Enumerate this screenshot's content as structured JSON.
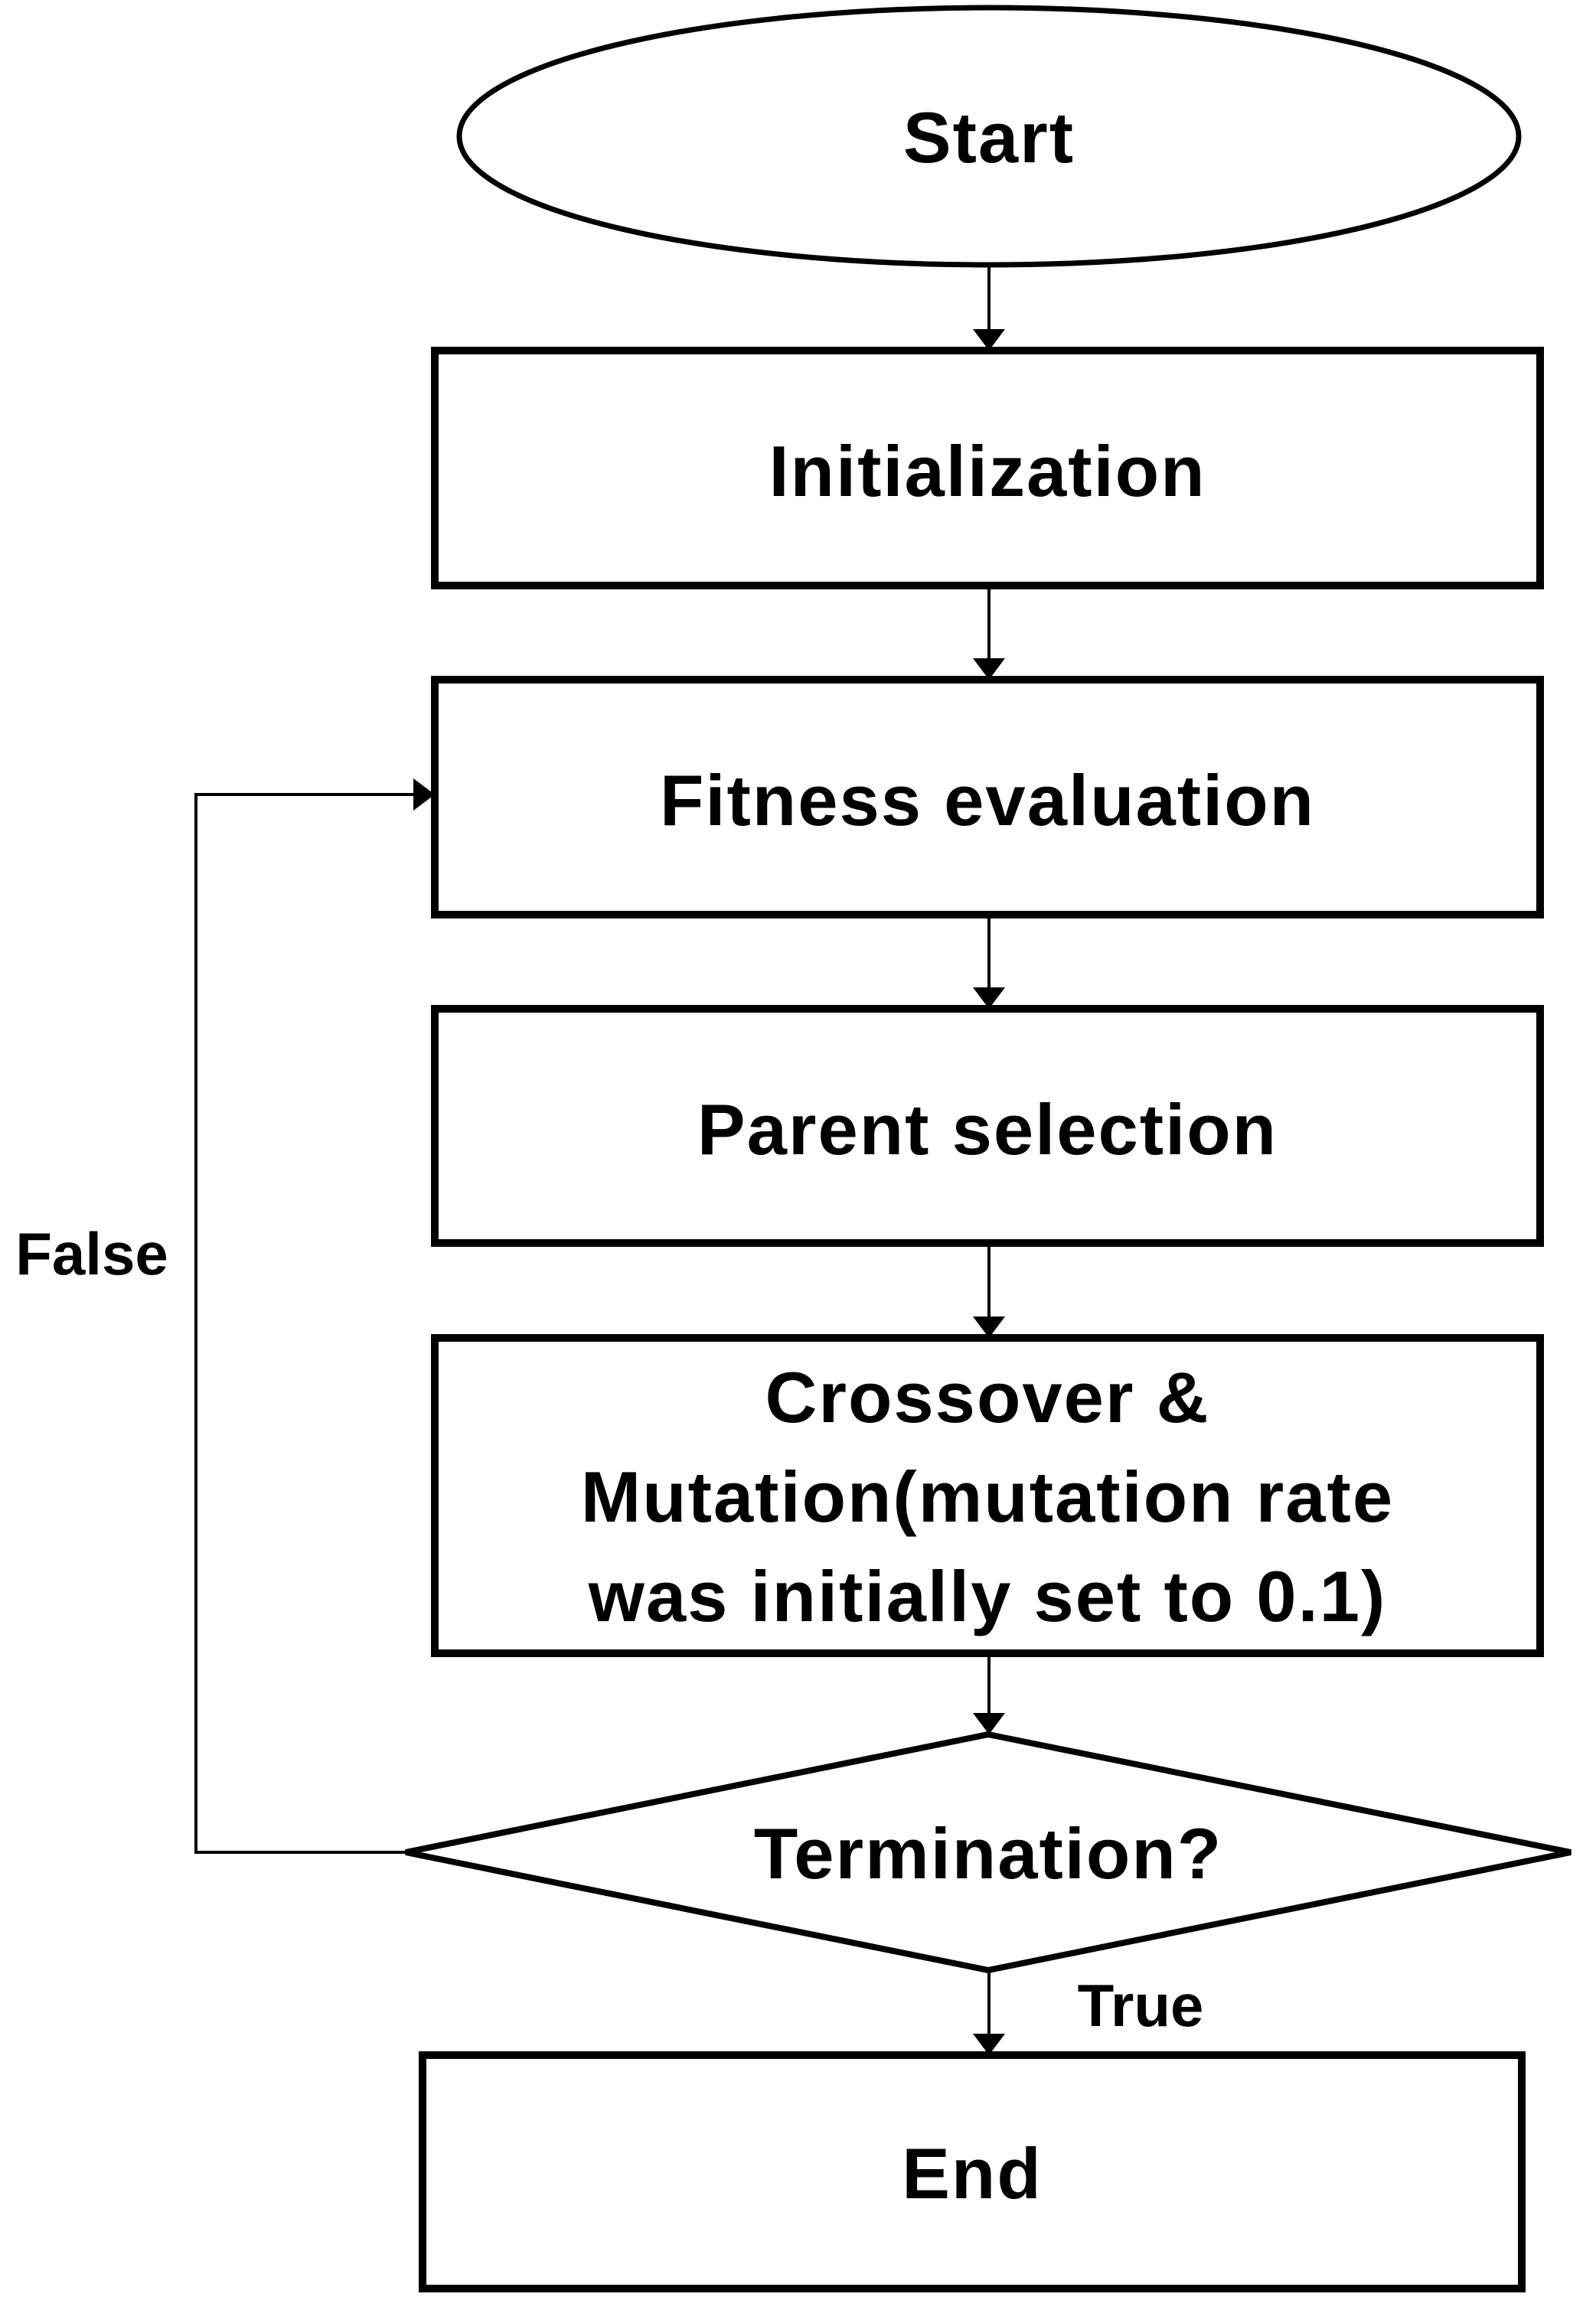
{
  "flowchart": {
    "background_color": "#ffffff",
    "stroke_color": "#000000",
    "text_color": "#000000",
    "nodes": {
      "start": {
        "shape": "ellipse",
        "label": "Start"
      },
      "initialization": {
        "shape": "rectangle",
        "label": "Initialization"
      },
      "fitness_evaluation": {
        "shape": "rectangle",
        "label": "Fitness evaluation"
      },
      "parent_selection": {
        "shape": "rectangle",
        "label": "Parent selection"
      },
      "crossover_mutation": {
        "shape": "rectangle",
        "lines": [
          "Crossover &",
          "Mutation(mutation rate",
          "was initially set to 0.1)"
        ]
      },
      "termination": {
        "shape": "diamond",
        "label": "Termination?"
      },
      "end": {
        "shape": "rectangle",
        "label": "End"
      }
    },
    "edge_labels": {
      "false_label": "False",
      "true_label": "True"
    }
  }
}
